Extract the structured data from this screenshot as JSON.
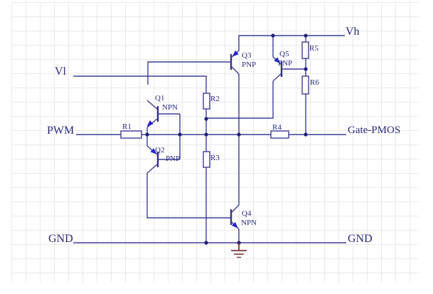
{
  "schematic": {
    "ports": {
      "vh": "Vh",
      "vl": "Vl",
      "pwm": "PWM",
      "gnd_left": "GND",
      "gnd_right": "GND",
      "gate_pmos": "Gate-PMOS"
    },
    "transistors": [
      {
        "ref": "Q1",
        "type": "NPN"
      },
      {
        "ref": "Q2",
        "type": "PNP"
      },
      {
        "ref": "Q3",
        "type": "PNP"
      },
      {
        "ref": "Q4",
        "type": "NPN"
      },
      {
        "ref": "Q5",
        "type": "PNP"
      }
    ],
    "resistors": [
      {
        "ref": "R1"
      },
      {
        "ref": "R2"
      },
      {
        "ref": "R3"
      },
      {
        "ref": "R4"
      },
      {
        "ref": "R5"
      },
      {
        "ref": "R6"
      }
    ],
    "colors": {
      "wire": "#3e3e96",
      "junction_dot": "#1f1f78",
      "transistor_arrow": "#2424cc",
      "label_text": "#2a2a80",
      "ground_symbol": "#7a3434",
      "grid_line": "#e9e9ec",
      "background": "#ffffff"
    }
  }
}
